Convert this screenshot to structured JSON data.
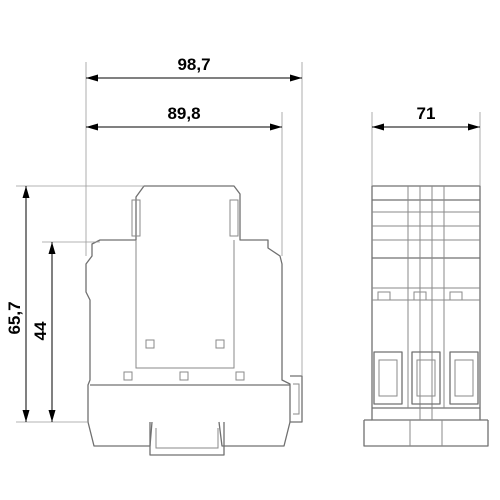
{
  "dimensions": {
    "overall_width": "98,7",
    "body_width": "89,8",
    "overall_height": "65,7",
    "body_height": "44",
    "side_width": "71"
  }
}
